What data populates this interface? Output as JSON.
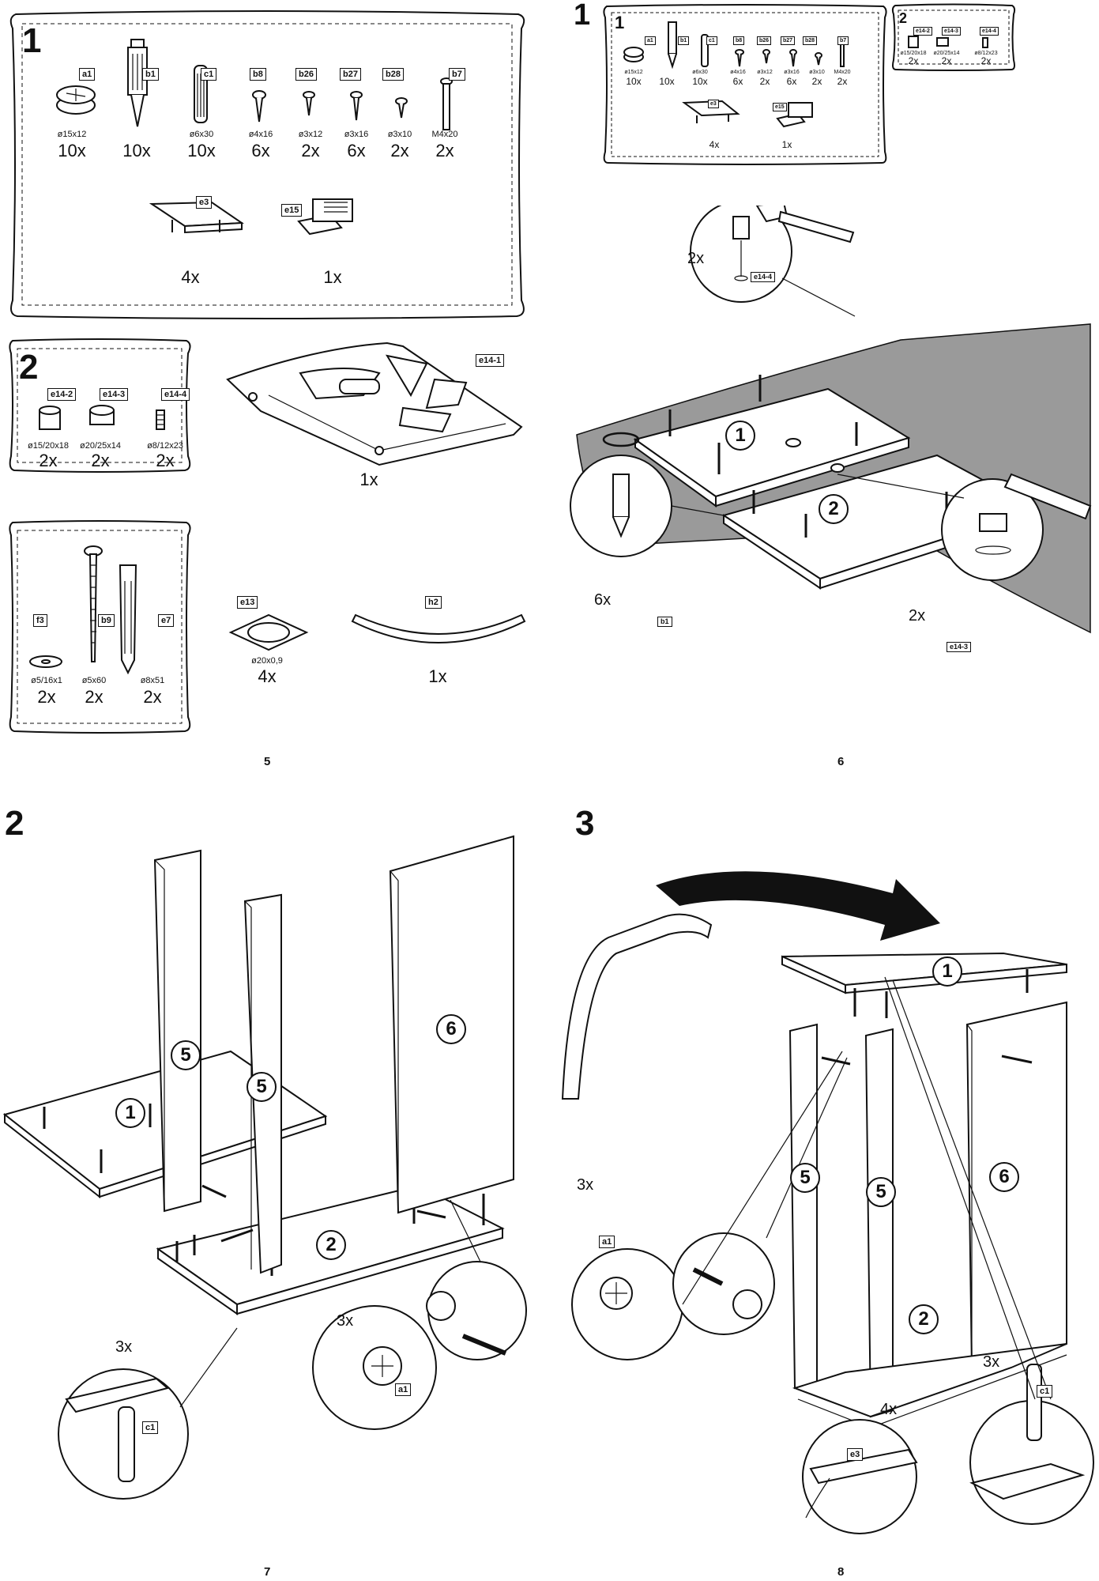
{
  "pages": [
    {
      "page_number": "5",
      "panels": {
        "hardware": {
          "step": "1",
          "items": [
            {
              "code": "a1",
              "dim": "ø15x12",
              "qty": "10x",
              "icon": "cam-lock-icon"
            },
            {
              "code": "b1",
              "dim": "",
              "qty": "10x",
              "icon": "cam-bolt-icon"
            },
            {
              "code": "c1",
              "dim": "ø6x30",
              "qty": "10x",
              "icon": "dowel-icon"
            },
            {
              "code": "b8",
              "dim": "ø4x16",
              "qty": "6x",
              "icon": "screw-icon"
            },
            {
              "code": "b26",
              "dim": "ø3x12",
              "qty": "2x",
              "icon": "screw-icon"
            },
            {
              "code": "b27",
              "dim": "ø3x16",
              "qty": "6x",
              "icon": "screw-icon"
            },
            {
              "code": "b28",
              "dim": "ø3x10",
              "qty": "2x",
              "icon": "screw-icon"
            },
            {
              "code": "b7",
              "dim": "M4x20",
              "qty": "2x",
              "icon": "bolt-icon"
            }
          ],
          "extras": [
            {
              "code": "e3",
              "qty": "4x",
              "icon": "handle-icon"
            },
            {
              "code": "e15",
              "qty": "1x",
              "icon": "magnet-catch-icon"
            }
          ]
        },
        "feet": {
          "step": "2",
          "items": [
            {
              "code": "e14-2",
              "dim": "ø15/20x18",
              "qty": "2x"
            },
            {
              "code": "e14-3",
              "dim": "ø20/25x14",
              "qty": "2x"
            },
            {
              "code": "e14-4",
              "dim": "ø8/12x23",
              "qty": "2x"
            }
          ]
        },
        "mechanism": {
          "code": "e14-1",
          "qty": "1x"
        },
        "wall": {
          "items": [
            {
              "code": "f3",
              "dim": "ø5/16x1",
              "qty": "2x"
            },
            {
              "code": "b9",
              "dim": "ø5x60",
              "qty": "2x"
            },
            {
              "code": "e7",
              "dim": "ø8x51",
              "qty": "2x"
            }
          ]
        },
        "pad": {
          "code": "e13",
          "dim": "ø20x0,9",
          "qty": "4x"
        },
        "rail": {
          "code": "h2",
          "qty": "1x"
        }
      }
    },
    {
      "page_number": "6",
      "step": "1",
      "mini_hardware": {
        "step": "1",
        "items": [
          {
            "code": "a1",
            "dim": "ø15x12",
            "qty": "10x"
          },
          {
            "code": "b1",
            "dim": "",
            "qty": "10x"
          },
          {
            "code": "c1",
            "dim": "ø6x30",
            "qty": "10x"
          },
          {
            "code": "b8",
            "dim": "ø4x16",
            "qty": "6x"
          },
          {
            "code": "b26",
            "dim": "ø3x12",
            "qty": "2x"
          },
          {
            "code": "b27",
            "dim": "ø3x16",
            "qty": "6x"
          },
          {
            "code": "b28",
            "dim": "ø3x10",
            "qty": "2x"
          },
          {
            "code": "b7",
            "dim": "M4x20",
            "qty": "2x"
          }
        ],
        "extras": [
          {
            "code": "e3",
            "qty": "4x"
          },
          {
            "code": "e15",
            "qty": "1x"
          }
        ]
      },
      "mini_feet": {
        "step": "2",
        "items": [
          {
            "code": "e14-2",
            "dim": "ø15/20x18",
            "qty": "2x"
          },
          {
            "code": "e14-3",
            "dim": "ø20/25x14",
            "qty": "2x"
          },
          {
            "code": "e14-4",
            "dim": "ø8/12x23",
            "qty": "2x"
          }
        ]
      },
      "callouts": [
        {
          "qty": "2x",
          "code": "e14-4"
        },
        {
          "qty": "6x",
          "code": "b1"
        },
        {
          "qty": "2x",
          "code": "e14-3"
        }
      ],
      "parts": [
        "1",
        "2"
      ]
    },
    {
      "page_number": "7",
      "step": "2",
      "parts": [
        "1",
        "5",
        "5",
        "6",
        "2"
      ],
      "callouts": [
        {
          "qty": "3x",
          "code": "c1"
        },
        {
          "qty": "3x",
          "code": "a1"
        }
      ]
    },
    {
      "page_number": "8",
      "step": "3",
      "parts": [
        "1",
        "5",
        "5",
        "6",
        "2"
      ],
      "callouts": [
        {
          "qty": "3x",
          "code": "a1"
        },
        {
          "qty": "4x",
          "code": "e3"
        },
        {
          "qty": "3x",
          "code": "c1"
        }
      ]
    }
  ]
}
